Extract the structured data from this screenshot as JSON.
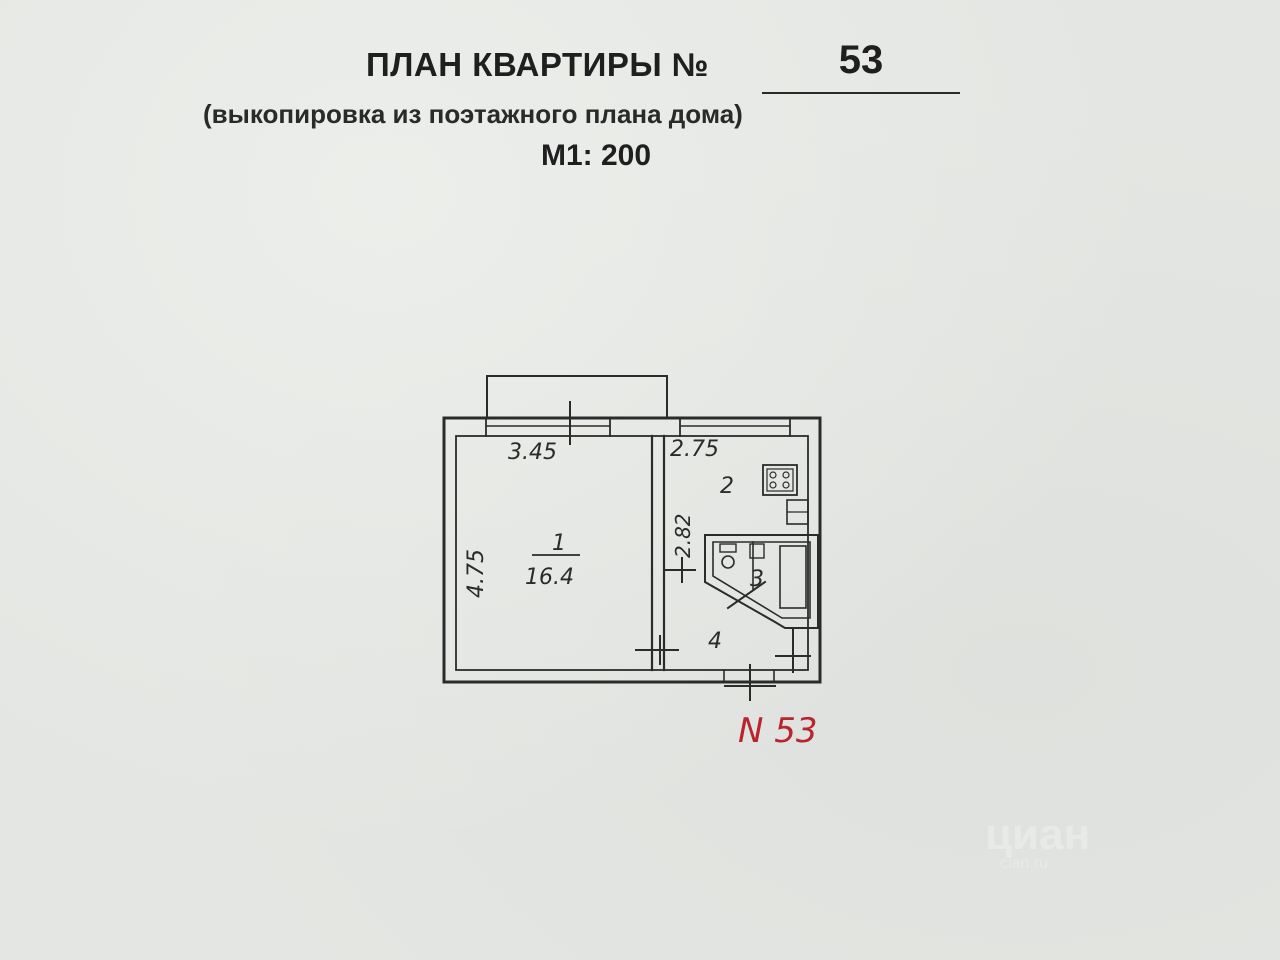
{
  "header": {
    "title": "ПЛАН КВАРТИРЫ №",
    "apartment_number": "53",
    "subtitle": "(выкопировка из поэтажного плана дома)",
    "scale": "М1: 200"
  },
  "plan": {
    "dimensions": {
      "room1_width": "3.45",
      "room1_length": "4.75",
      "kitchen_width": "2.75",
      "kitchen_length": "2.82"
    },
    "rooms": {
      "room1_number": "1",
      "room1_area": "16.4",
      "kitchen_number": "2",
      "bathroom_number": "3",
      "hall_number": "4"
    },
    "annotation": "N 53",
    "annotation_color": "#b8242f",
    "wall_color": "#2b2b2b"
  },
  "watermark": {
    "brand": "циан",
    "sub": "cian.ru"
  }
}
